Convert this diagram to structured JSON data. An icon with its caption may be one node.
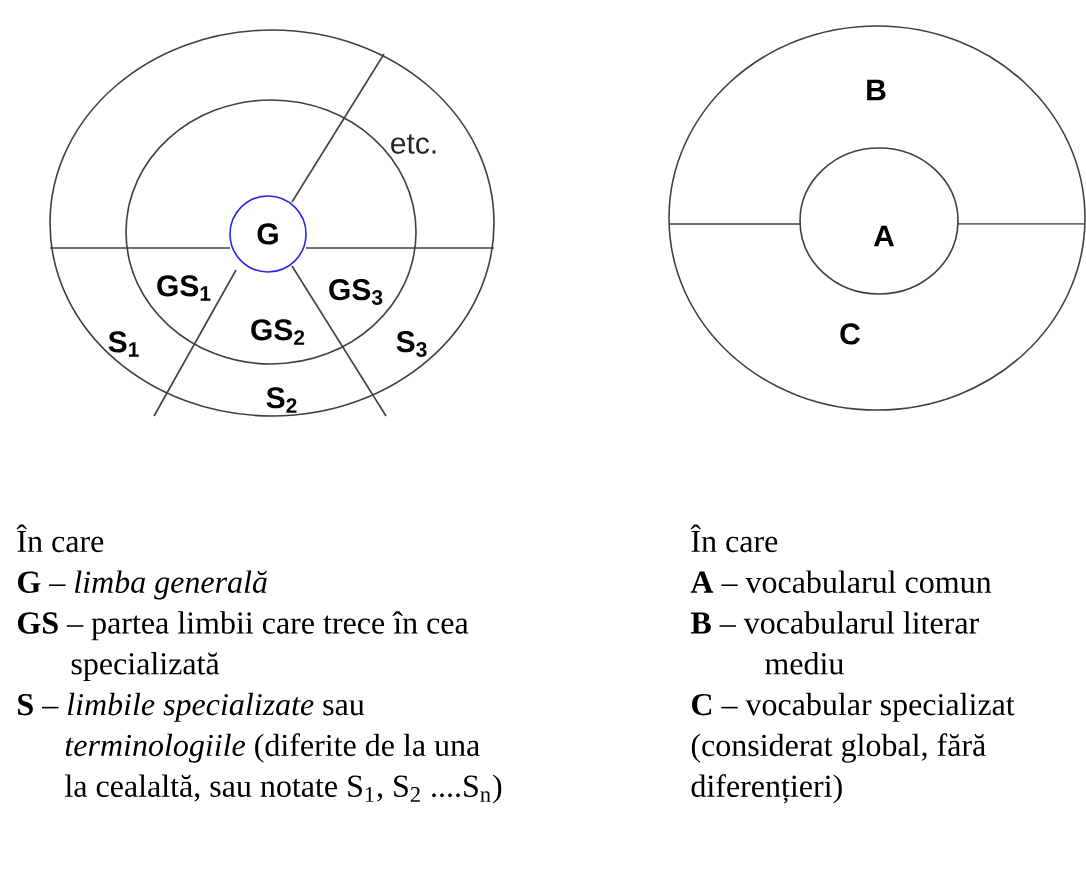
{
  "diagram": {
    "nodes": [
      {
        "text": [
          "etc.",
          "S$_{1}$",
          "S$_{3}$",
          "S$_{2}$"
        ]
      },
      {
        "text": [
          "GS$_{1}$",
          "GS$_{3}$",
          "GS$_{2}$"
        ],
        "in": 0
      },
      {
        "text": [
          "G"
        ],
        "in": 1
      },
      {
        "text": [
          "B",
          "C"
        ]
      },
      {
        "text": [
          "A"
        ],
        "in": 3
      }
    ],
    "edges": [],
    "labels": [
      "În care",
      "**G**  – *limba generală*",
      "**GS** – partea limbii care trece în cea specializată",
      "**S** – *limbile specializate*  sau *terminologiile* (diferite de la una la cealaltă, sau notate S$_{1}$, S$_{2}$ ....S$_{n}$)",
      "În care",
      "**A** – vocabularul comun",
      "**B** – vocabularul literar mediu",
      "**C** – vocabular specializat (considerat global, fără diferențieri)"
    ]
  }
}
